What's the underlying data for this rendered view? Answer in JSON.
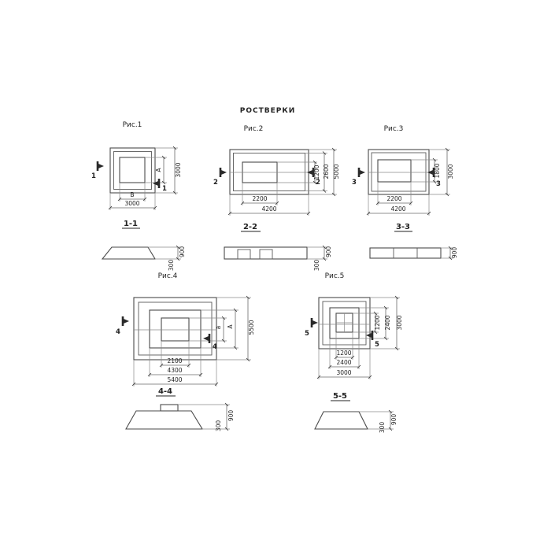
{
  "title": "РОСТВЕРКИ",
  "figures": {
    "fig1": {
      "caption": "Рис.1",
      "cut_mark": "1",
      "section_label": "1-1",
      "plan_dims": {
        "bottom_inner": "В",
        "bottom_outer": "3000",
        "right_inner": "А",
        "right_outer": "3000"
      },
      "section_dims": {
        "height": "900",
        "edge": "300"
      }
    },
    "fig2": {
      "caption": "Рис.2",
      "cut_mark": "2",
      "section_label": "2-2",
      "plan_dims": {
        "bottom_inner": "2200",
        "bottom_outer": "4200",
        "right_inner": "1200",
        "right_mid": "2600",
        "right_outer": "5000"
      },
      "section_dims": {
        "height": "900",
        "edge": "300"
      }
    },
    "fig3": {
      "caption": "Рис.3",
      "cut_mark": "3",
      "section_label": "3-3",
      "plan_dims": {
        "bottom_inner": "2200",
        "bottom_outer": "4200",
        "right_inner": "1800",
        "right_outer": "3000"
      },
      "section_dims": {
        "height": "900"
      }
    },
    "fig4": {
      "caption": "Рис.4",
      "cut_mark": "4",
      "section_label": "4-4",
      "plan_dims": {
        "bottom_inner": "2100",
        "bottom_mid": "4300",
        "bottom_outer": "5400",
        "right_inner": "а",
        "right_mid": "А",
        "right_outer": "5500"
      },
      "section_dims": {
        "height": "900",
        "edge": "300"
      }
    },
    "fig5": {
      "caption": "Рис.5",
      "cut_mark": "5",
      "section_label": "5-5",
      "plan_dims": {
        "bottom_inner": "1200",
        "bottom_mid": "2400",
        "bottom_outer": "3000",
        "right_inner": "1200",
        "right_mid": "2400",
        "right_outer": "3000"
      },
      "section_dims": {
        "height": "900",
        "edge": "300"
      }
    }
  }
}
